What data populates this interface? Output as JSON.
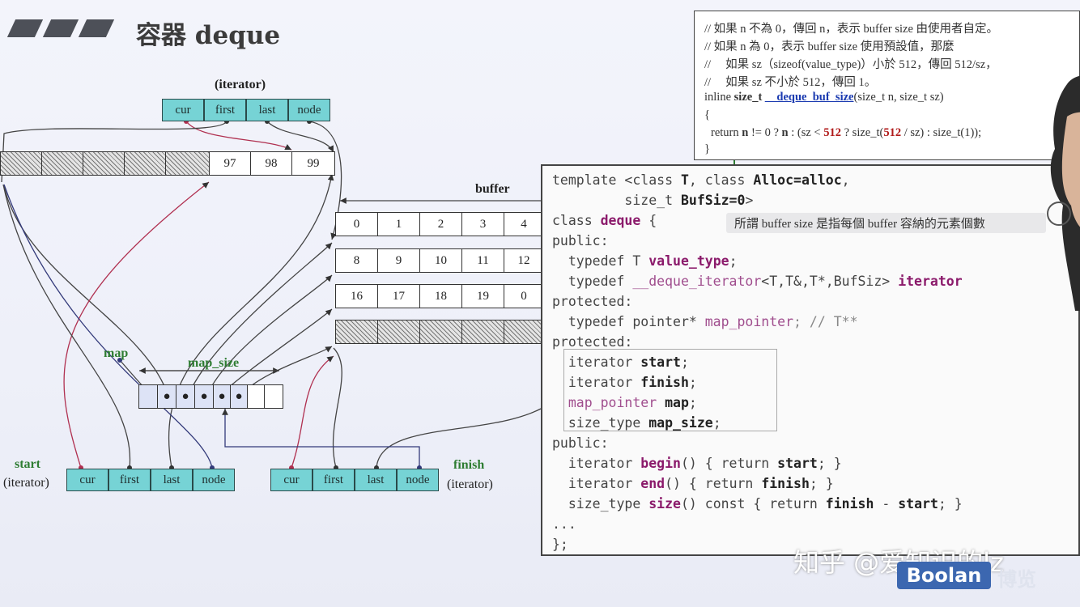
{
  "slide": {
    "title": "容器 deque"
  },
  "diagram": {
    "iterator_top": {
      "label": "(iterator)",
      "fields": [
        "cur",
        "first",
        "last",
        "node"
      ]
    },
    "top_buffer_values": [
      "97",
      "98",
      "99"
    ],
    "buffer_label": "buffer",
    "buffers": [
      [
        "0",
        "1",
        "2",
        "3",
        "4"
      ],
      [
        "8",
        "9",
        "10",
        "11",
        "12"
      ],
      [
        "16",
        "17",
        "18",
        "19",
        "0"
      ]
    ],
    "map_label": "map",
    "map_size_label": "map_size",
    "start": {
      "label": "start",
      "sub": "(iterator)",
      "fields": [
        "cur",
        "first",
        "last",
        "node"
      ]
    },
    "finish": {
      "label": "finish",
      "sub": "(iterator)",
      "fields": [
        "cur",
        "first",
        "last",
        "node"
      ]
    }
  },
  "note": {
    "lines": [
      "// 如果 n 不為 0，傳回 n，表示 buffer size 由使用者自定。",
      "// 如果 n 為 0，表示 buffer size 使用預設值，那麼",
      "//     如果 sz（sizeof(value_type)）小於 512，傳回 512/sz，",
      "//     如果 sz 不小於 512，傳回 1。"
    ],
    "sig_prefix": "inline ",
    "sig_type": "size_t",
    "sig_func": "__deque_buf_size",
    "sig_params": "(size_t n, size_t sz)",
    "brace_open": "{",
    "return_a": "return ",
    "return_n": "n",
    "return_b": " != 0 ? ",
    "return_n2": "n",
    "return_c": " : (sz < ",
    "return_512a": "512",
    "return_d": " ? size_t(",
    "return_512b": "512",
    "return_e": " / sz) : size_t(1));",
    "brace_close": "}"
  },
  "code": {
    "callout": "所謂 buffer size 是指每個 buffer 容納的元素個數",
    "l1a": "template <class ",
    "l1b": "T",
    "l1c": ", class ",
    "l1d": "Alloc=alloc",
    "l1e": ",",
    "l2a": "         size_t ",
    "l2b": "BufSiz=0",
    "l2c": ">",
    "l3a": "class ",
    "l3b": "deque",
    "l3c": " {",
    "l4": "public:",
    "l5a": "  typedef T ",
    "l5b": "value_type",
    "l5c": ";",
    "l6a": "  typedef ",
    "l6b": "__deque_iterator",
    "l6c": "<T,T&,T*,BufSiz> ",
    "l6d": "iterator",
    "l7": "protected:",
    "l8a": "  typedef pointer* ",
    "l8b": "map_pointer",
    "l8c": "; // T**",
    "l9": "protected:",
    "l10a": "  iterator ",
    "l10b": "start",
    "l10c": ";",
    "l11a": "  iterator ",
    "l11b": "finish",
    "l11c": ";",
    "l12a": "  map_pointer ",
    "l12b": "map",
    "l12c": ";",
    "l13a": "  size_type ",
    "l13b": "map_size",
    "l13c": ";",
    "l14": "public:",
    "l15a": "  iterator ",
    "l15b": "begin",
    "l15c": "() { return ",
    "l15d": "start",
    "l15e": "; }",
    "l16a": "  iterator ",
    "l16b": "end",
    "l16c": "() { return ",
    "l16d": "finish",
    "l16e": "; }",
    "l17a": "  size_type ",
    "l17b": "size",
    "l17c": "() const { return ",
    "l17d": "finish",
    "l17e": " - ",
    "l17f": "start",
    "l17g": "; }",
    "l18": "...",
    "l19": "};"
  },
  "watermark": "知乎 @爱知识的lz",
  "brand": {
    "name": "Boolan",
    "suffix": "博览"
  },
  "colors": {
    "iterator_fill": "#76d3d5",
    "accent_green": "#2e7d32",
    "keyword": "#8b1a6b"
  }
}
